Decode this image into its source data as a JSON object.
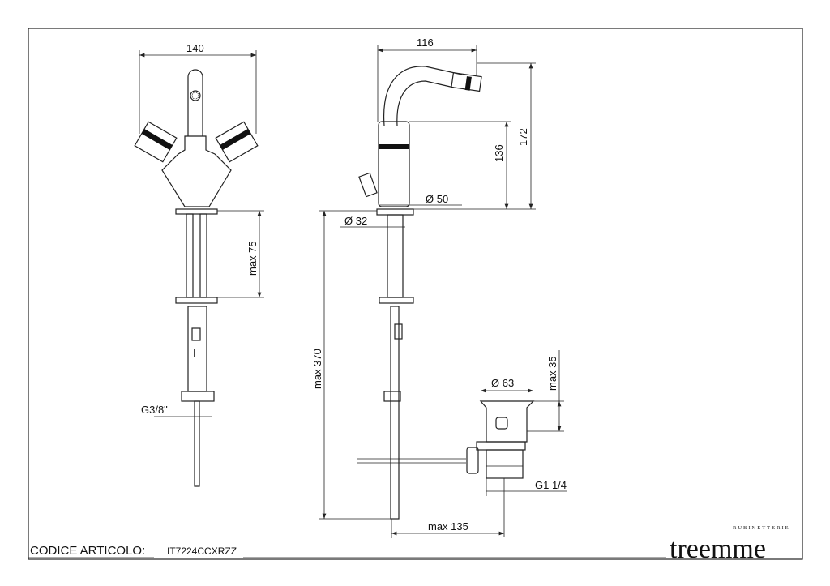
{
  "dimensions": {
    "front_width": "140",
    "front_max75": "max 75",
    "front_g38": "G3/8\"",
    "front_marker": "I",
    "side_116": "116",
    "side_172": "172",
    "side_136": "136",
    "side_d50": "Ø 50",
    "side_d32": "Ø 32",
    "side_max370": "max 370",
    "waste_d63": "Ø 63",
    "waste_max35": "max 35",
    "waste_g114": "G1 1/4",
    "waste_max135": "max 135"
  },
  "footer": {
    "code_label": "CODICE ARTICOLO:",
    "code_value": "IT7224CCXRZZ",
    "brand": "treemme",
    "brand_sub": "RUBINETTERIE"
  }
}
